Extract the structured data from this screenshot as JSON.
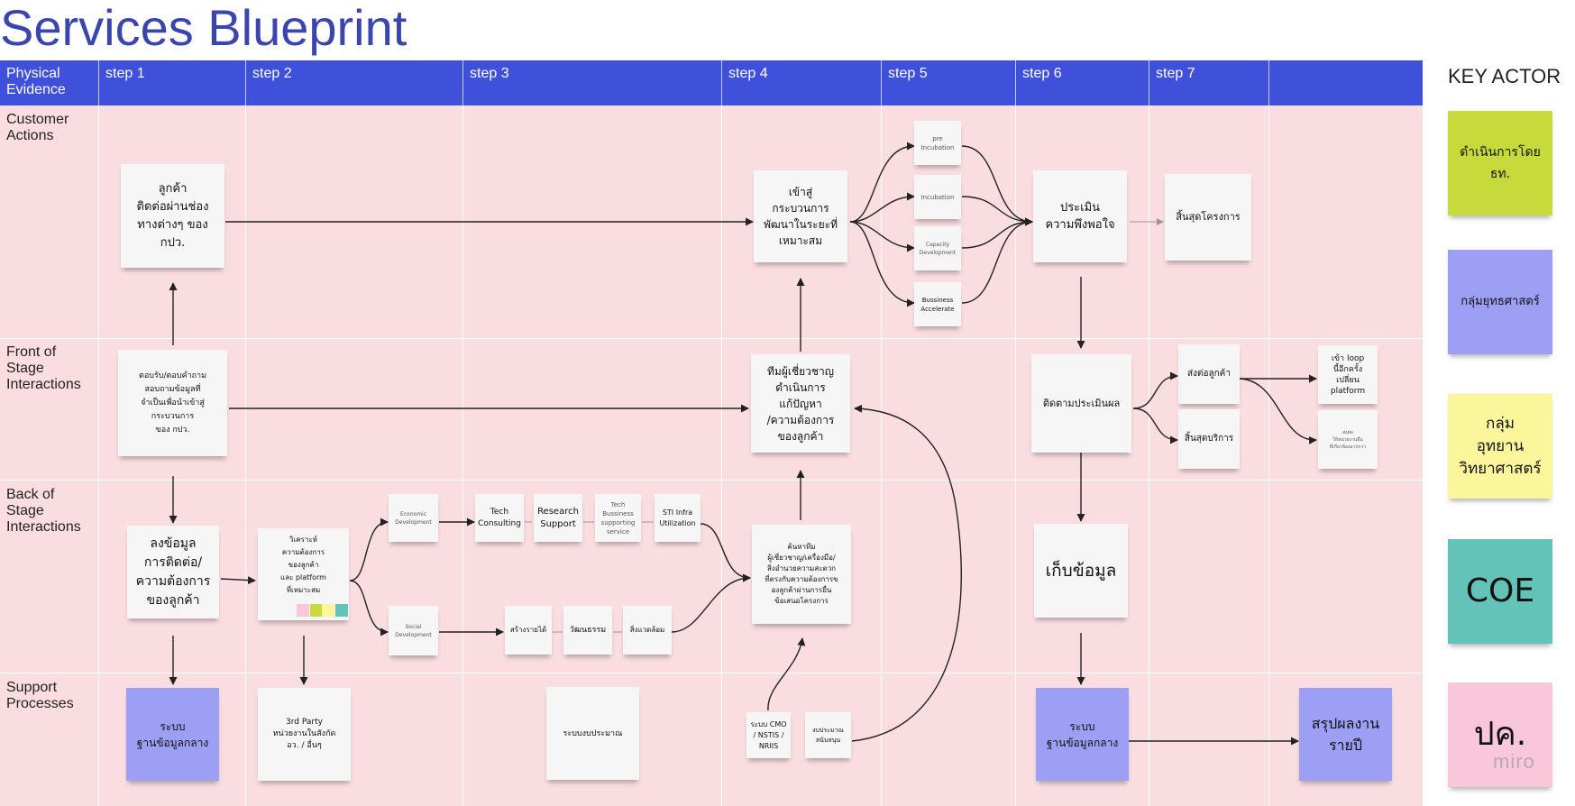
{
  "title": "Services Blueprint",
  "header": {
    "lane_label": "Physical\nEvidence",
    "steps": [
      "step 1",
      "step 2",
      "step 3",
      "step 4",
      "step 5",
      "step 6",
      "step 7",
      ""
    ]
  },
  "lanes": {
    "customer_actions": "Customer\nActions",
    "front_stage": "Front of\nStage\nInteractions",
    "back_stage": "Back of\nStage\nInteractions",
    "support": "Support\nProcesses"
  },
  "notes": {
    "contact_channels": "ลูกค้า\nติดต่อผ่านช่อง\nทางต่างๆ ของ\nกปว.",
    "enter_process": "เข้าสู่\nกระบวนการ\nพัฒนาในระยะที่\nเหมาะสม",
    "pre_incubation": "pre\nIncubation",
    "incubation": "Incubation",
    "capacity_development": "Capacity\nDevelopment",
    "business_accelerate": "Bussiness\nAccelerate",
    "evaluate_satisfaction": "ประเมิน\nความพึงพอใจ",
    "project_end": "สิ้นสุดโครงการ",
    "answer_questions": "ตอบรับ/ตอบคำถาม\nสอบถามข้อมูลที่\nจำเป็นเพื่อนำเข้าสู่\nกระบวนการ\nของ กปว.",
    "expert_team": "ทีมผู้เชี่ยวชาญ\nดำเนินการ\nแก้ปัญหา\n/ความต้องการ\nของลูกค้า",
    "follow_up": "ติดตามประเมินผล",
    "send_to_customer": "ส่งต่อลูกค้า",
    "service_end": "สิ้นสุดบริการ",
    "loop_platform": "เข้า loop\nนี้อีกครั้ง\nเปลี่ยน\nplatform",
    "send_other_agency": "ส่งต่อ\nให้หน่วยงานอื่น\nที่เกี่ยวข้องมากกว่า",
    "record_data": "ลงข้อมูล\nการติดต่อ/\nความต้องการ\nของลูกค้า",
    "analyze_needs": "วิเคราะห์\nความต้องการ\nของลูกค้า\nและ platform\nที่เหมาะสม",
    "economic_dev": "Economic\nDevelopment",
    "social_dev": "Social\nDevelopment",
    "tech_consulting": "Tech\nConsulting",
    "research_support": "Research\nSupport",
    "tech_business": "Tech\nBussiness\nsupporting\nservice",
    "sti_infra": "STI Infra\nUtilization",
    "income": "สร้างรายได้",
    "culture": "วัฒนธรรม",
    "environment": "สิ่งแวดล้อม",
    "find_experts": "ค้นหาทีม\nผู้เชี่ยวชาญ/เครื่องมือ/\nสิ่งอำนวยความสะดวก\nที่ตรงกับความต้องการข\nองลูกค้าผ่านการยื่น\nข้อเสนอโครงการ",
    "store_data": "เก็บข้อมูล",
    "central_db_1": "ระบบ\nฐานข้อมูลกลาง",
    "third_party": "3rd Party\nหน่วยงานในสังกัด\nอว. / อื่นๆ",
    "budget_system": "ระบบงบประมาณ",
    "cmo_system": "ระบบ CMO\n/ NSTIS /\nNRIIS",
    "support_budget": "งบประมาณ\nสนับสนุน",
    "central_db_2": "ระบบ\nฐานข้อมูลกลาง",
    "annual_summary": "สรุปผลงาน\nรายปี"
  },
  "key_actor": {
    "title": "KEY ACTOR",
    "actors": [
      {
        "label": "ดำเนินการโดย\nธท.",
        "color": "#c6da3b"
      },
      {
        "label": "กลุ่มยุทธศาสตร์",
        "color": "#9c9ff4"
      },
      {
        "label": "กลุ่ม\nอุทยาน\nวิทยาศาสตร์",
        "color": "#fbf59b"
      },
      {
        "label": "COE",
        "color": "#64c3b8"
      },
      {
        "label": "ปค.",
        "color": "#f9c6da"
      }
    ]
  },
  "swatch_colors": [
    "#f9c6da",
    "#c6da3b",
    "#fbf59b",
    "#64c3b8"
  ],
  "watermark": "miro"
}
